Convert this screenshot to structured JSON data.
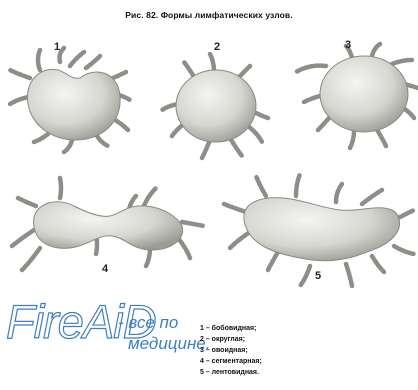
{
  "caption": "Рис. 82. Формы лимфатических узлов.",
  "figures": [
    {
      "number": "1"
    },
    {
      "number": "2"
    },
    {
      "number": "3"
    },
    {
      "number": "4"
    },
    {
      "number": "5"
    }
  ],
  "watermark": {
    "logo_text": "FireAiD",
    "slogan_line1": "- все по",
    "slogan_line2": "медицине."
  },
  "legend": [
    "1 – бобовидная;",
    "2 – округлая;",
    "3 – овоидная;",
    "4 – сегментарная;",
    "5 – лентовидная."
  ],
  "colors": {
    "node_fill": "#d9d9d4",
    "vessel": "#b8b8b0",
    "logo_blue": "#3e7fc1"
  }
}
